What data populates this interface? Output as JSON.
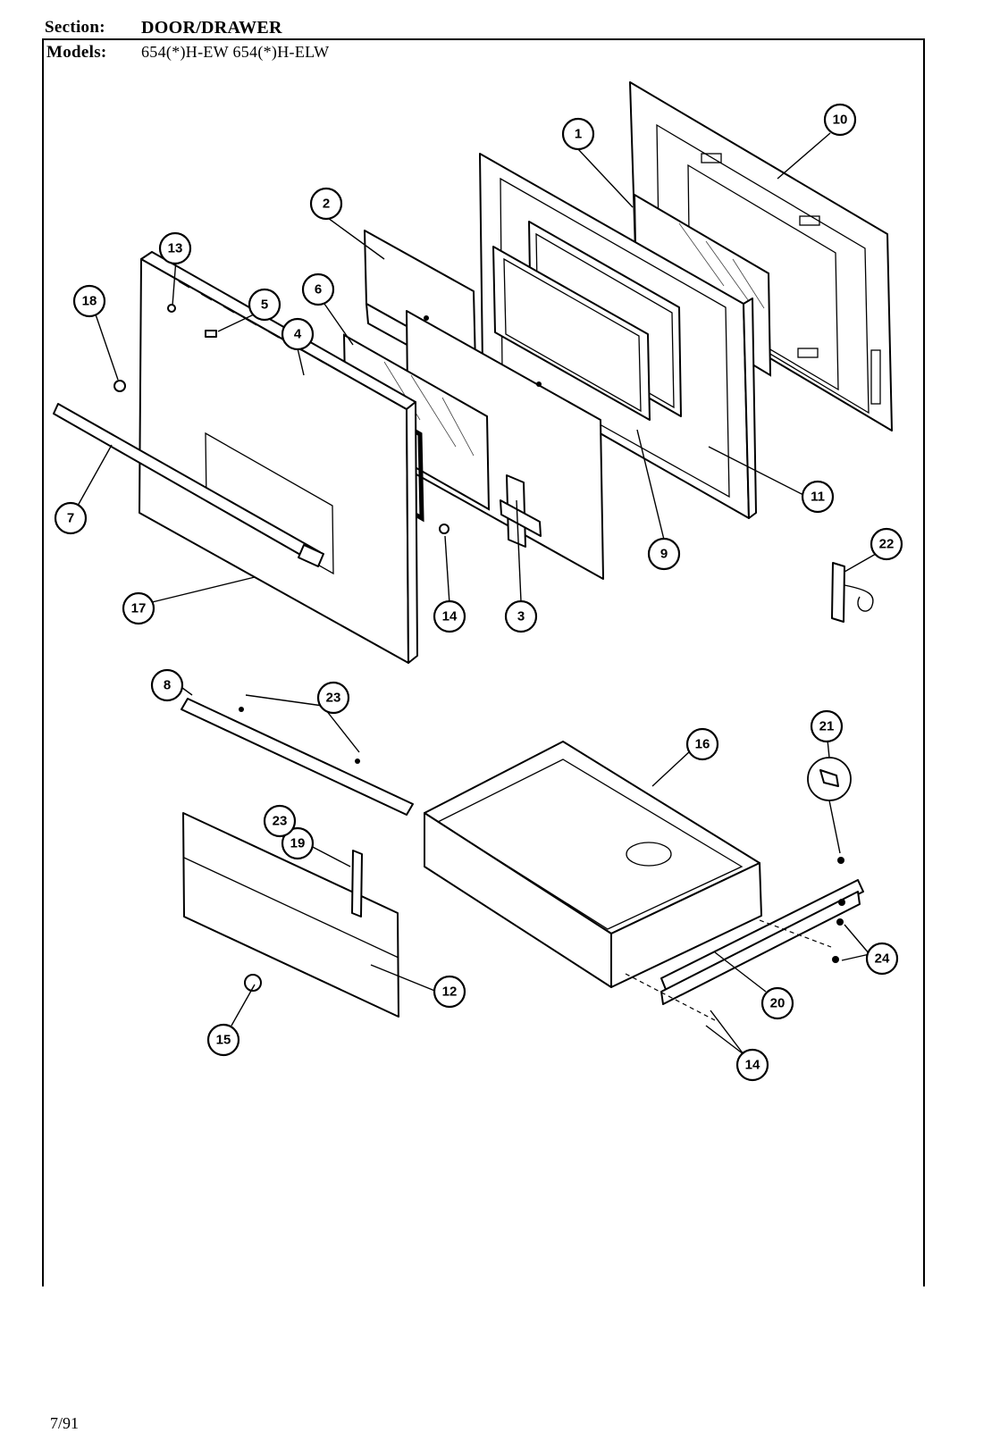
{
  "header": {
    "section_label": "Section:",
    "section_value": "DOOR/DRAWER",
    "models_label": "Models:",
    "models_value": "654(*)H-EW  654(*)H-ELW"
  },
  "footer": {
    "date": "7/91"
  },
  "callouts": {
    "c1": "1",
    "c2": "2",
    "c3": "3",
    "c4": "4",
    "c5": "5",
    "c6": "6",
    "c7": "7",
    "c8": "8",
    "c9": "9",
    "c10": "10",
    "c11": "11",
    "c12": "12",
    "c13": "13",
    "c14a": "14",
    "c14b": "14",
    "c15": "15",
    "c16": "16",
    "c17": "17",
    "c18": "18",
    "c19": "19",
    "c20": "20",
    "c21": "21",
    "c22": "22",
    "c23a": "23",
    "c23b": "23",
    "c24": "24"
  }
}
